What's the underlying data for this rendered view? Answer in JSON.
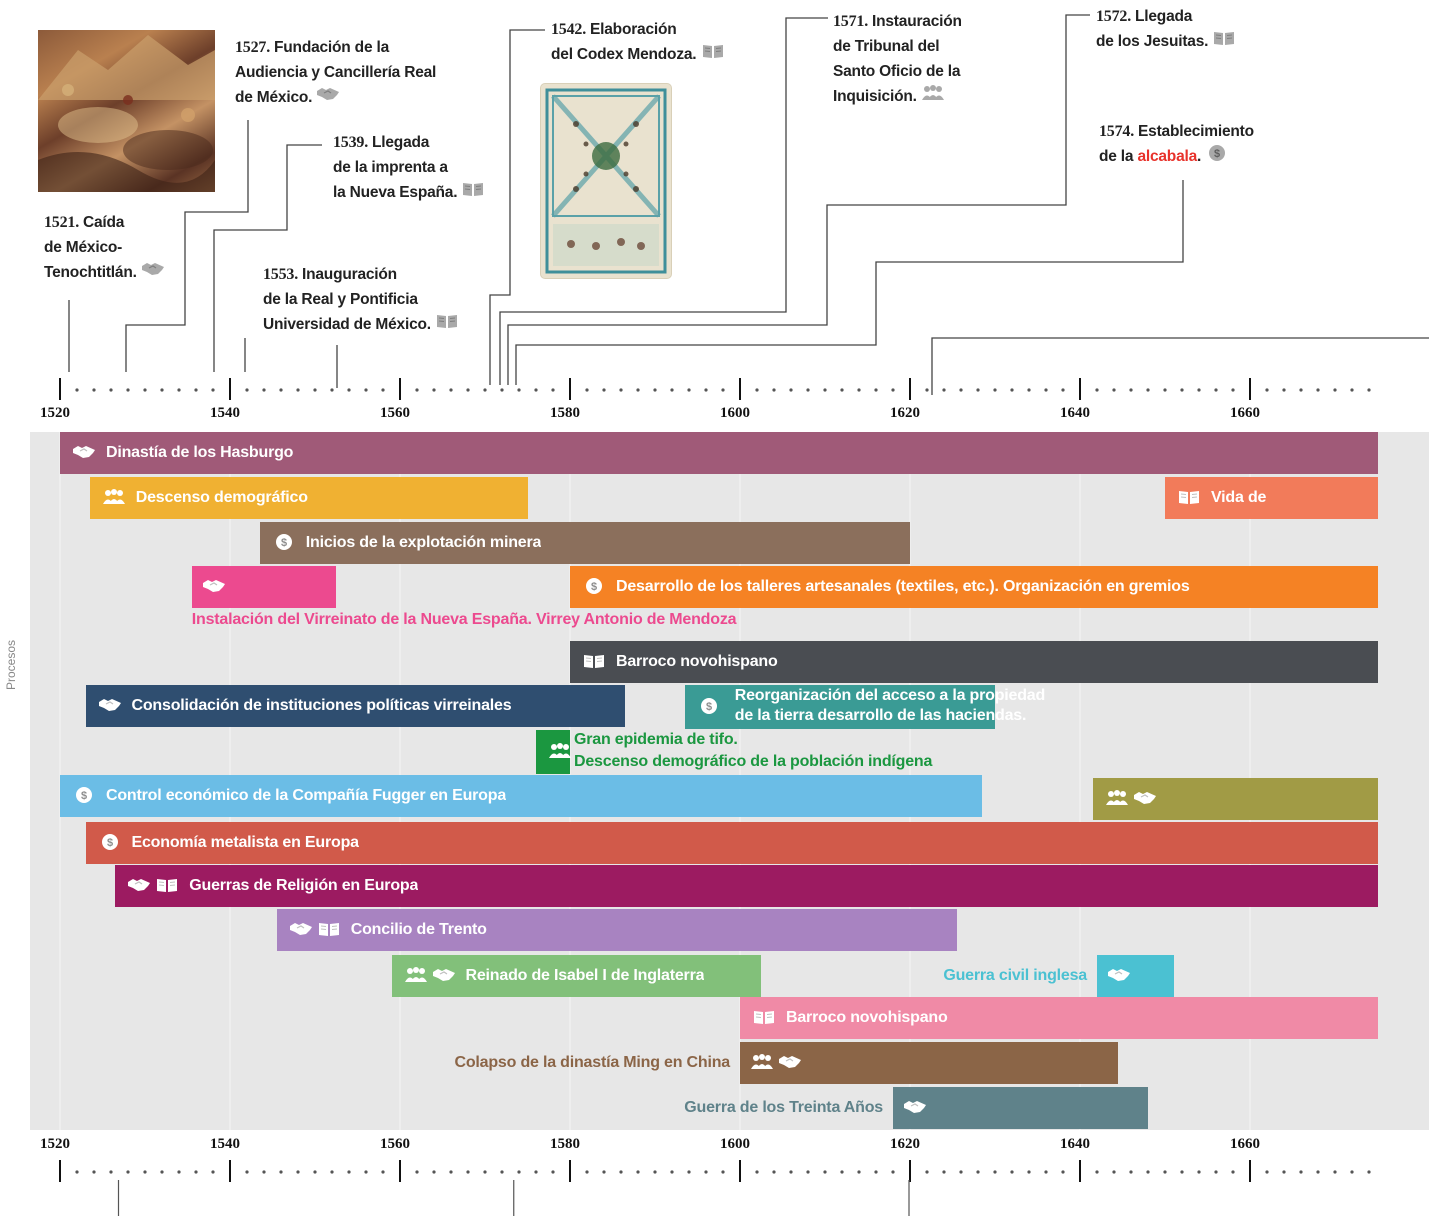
{
  "side_label": "Procesos",
  "axis": {
    "start_year": 1520,
    "end_year": 1675,
    "label_years": [
      1520,
      1540,
      1560,
      1580,
      1600,
      1620,
      1640,
      1660
    ],
    "labels": [
      "1520",
      "1540",
      "1560",
      "1580",
      "1600",
      "1620",
      "1640",
      "1660"
    ]
  },
  "images": {
    "conquest_painting": "painting-caida-tenochtitlan",
    "codex": "codex-mendoza-page"
  },
  "events": [
    {
      "id": "e1521",
      "year_label": "1521.",
      "text": "Caída de México-Tenochtitlán.",
      "lines": [
        "Caída",
        "de México-",
        "Tenochtitlán."
      ],
      "icon": "handshake",
      "year": 1521
    },
    {
      "id": "e1527",
      "year_label": "1527.",
      "text": "Fundación de la Audiencia y Cancillería Real de México.",
      "lines": [
        "Fundación de la",
        "Audiencia y Cancillería Real",
        "de México."
      ],
      "icon": "handshake",
      "year": 1527
    },
    {
      "id": "e1539",
      "year_label": "1539.",
      "text": "Llegada de la imprenta a la Nueva España.",
      "lines": [
        "Llegada",
        "de la imprenta a",
        "la Nueva España."
      ],
      "icon": "book",
      "year": 1539
    },
    {
      "id": "e1553",
      "year_label": "1553.",
      "text": "Inauguración de la Real y Pontificia Universidad de México.",
      "lines": [
        "Inauguración",
        "de la Real y Pontificia",
        "Universidad de México."
      ],
      "icon": "book",
      "year": 1553
    },
    {
      "id": "e1542",
      "year_label": "1542.",
      "text": "Elaboración del Codex Mendoza.",
      "lines": [
        "Elaboración",
        "del Codex Mendoza."
      ],
      "icon": "book",
      "year": 1542
    },
    {
      "id": "e1571",
      "year_label": "1571.",
      "text": "Instauración de Tribunal del Santo Oficio de la Inquisición.",
      "lines": [
        "Instauración",
        "de Tribunal del",
        "Santo Oficio de la",
        "Inquisición."
      ],
      "icon": "people",
      "year": 1571
    },
    {
      "id": "e1572",
      "year_label": "1572.",
      "text": "Llegada de los Jesuitas.",
      "lines": [
        "Llegada",
        "de los Jesuitas."
      ],
      "icon": "book",
      "year": 1572
    },
    {
      "id": "e1574",
      "year_label": "1574.",
      "text": "Establecimiento de la alcabala.",
      "lines": [
        "Establecimiento",
        "de la "
      ],
      "highlight": "alcabala",
      "tail": ".",
      "icon": "coin",
      "year": 1574
    }
  ],
  "bars": [
    {
      "id": "b1",
      "label": "Dinastía de los Hasburgo",
      "start": 1520,
      "end": 1675,
      "color": "#a05a78",
      "icons": [
        "handshake"
      ],
      "label_pos": "inside"
    },
    {
      "id": "b2",
      "label": "Descenso demográfico",
      "start": 1523.5,
      "end": 1575,
      "color": "#f0b132",
      "icons": [
        "people"
      ],
      "label_pos": "inside"
    },
    {
      "id": "b3",
      "label": "Vida de",
      "start": 1650,
      "end": 1675,
      "color": "#f27b5a",
      "icons": [
        "book"
      ],
      "label_pos": "inside"
    },
    {
      "id": "b4",
      "label": "Inicios de la explotación minera",
      "start": 1543.5,
      "end": 1620,
      "color": "#8b6f5c",
      "icons": [
        "coin"
      ],
      "label_pos": "inside"
    },
    {
      "id": "b5",
      "label": "Instalación del Virreinato de la Nueva España. Virrey Antonio de Mendoza",
      "start": 1535.5,
      "end": 1552.5,
      "color": "#ec4a8f",
      "icons": [
        "handshake"
      ],
      "label_pos": "below"
    },
    {
      "id": "b6",
      "label": "Desarrollo de los talleres artesanales (textiles, etc.). Organización en gremios",
      "start": 1580,
      "end": 1675,
      "color": "#f58224",
      "icons": [
        "coin"
      ],
      "label_pos": "inside"
    },
    {
      "id": "b7",
      "label": "Barroco novohispano",
      "start": 1580,
      "end": 1675,
      "color": "#4a4d52",
      "icons": [
        "book"
      ],
      "label_pos": "inside"
    },
    {
      "id": "b8",
      "label": "Consolidación de instituciones políticas virreinales",
      "start": 1523,
      "end": 1586.5,
      "color": "#2f4e70",
      "icons": [
        "handshake"
      ],
      "label_pos": "inside"
    },
    {
      "id": "b9",
      "label": "Reorganización del acceso a la propiedad de la tierra desarrollo de las haciendas.",
      "lines": [
        "Reorganización del acceso a la propiedad",
        "de la tierra desarrollo de las haciendas."
      ],
      "start": 1593.5,
      "end": 1630,
      "color": "#3a9b95",
      "icons": [
        "coin"
      ],
      "label_pos": "inside"
    },
    {
      "id": "b10",
      "label": "Gran epidemia de tifo. Descenso demográfico de la población indígena",
      "lines": [
        "Gran epidemia de tifo.",
        "Descenso demográfico de la población indígena"
      ],
      "start": 1576,
      "end": 1580,
      "color": "#1b9740",
      "icons": [
        "people"
      ],
      "label_pos": "right"
    },
    {
      "id": "b11",
      "label": "Control económico de la Compañía Fugger en Europa",
      "start": 1520,
      "end": 1628.5,
      "color": "#6bbde6",
      "icons": [
        "coin"
      ],
      "label_pos": "inside"
    },
    {
      "id": "b12",
      "label": "",
      "start": 1641.5,
      "end": 1675,
      "color": "#a19b45",
      "icons": [
        "people",
        "handshake"
      ],
      "label_pos": "inside"
    },
    {
      "id": "b13",
      "label": "Economía metalista en Europa",
      "start": 1523,
      "end": 1675,
      "color": "#d15a4a",
      "icons": [
        "coin"
      ],
      "label_pos": "inside"
    },
    {
      "id": "b14",
      "label": "Guerras de Religión en Europa",
      "start": 1526.5,
      "end": 1675,
      "color": "#9c1b61",
      "icons": [
        "handshake",
        "book"
      ],
      "label_pos": "inside"
    },
    {
      "id": "b15",
      "label": "Concilio de Trento",
      "start": 1545.5,
      "end": 1625.5,
      "color": "#a883c1",
      "icons": [
        "handshake",
        "book"
      ],
      "label_pos": "inside"
    },
    {
      "id": "b16",
      "label": "Reinado de Isabel I de Inglaterra",
      "start": 1559,
      "end": 1602.5,
      "color": "#82c07a",
      "icons": [
        "people",
        "handshake"
      ],
      "label_pos": "inside"
    },
    {
      "id": "b17",
      "label": "Guerra civil inglesa",
      "start": 1642,
      "end": 1651,
      "color": "#4bc1d2",
      "icons": [
        "handshake"
      ],
      "label_pos": "left"
    },
    {
      "id": "b18",
      "label": "Barroco novohispano",
      "start": 1600,
      "end": 1675,
      "color": "#f08aa6",
      "icons": [
        "book"
      ],
      "label_pos": "inside"
    },
    {
      "id": "b19",
      "label": "Colapso de la dinastía Ming en China",
      "start": 1600,
      "end": 1644.5,
      "color": "#8b6547",
      "icons": [
        "people",
        "handshake"
      ],
      "label_pos": "left"
    },
    {
      "id": "b20",
      "label": "Guerra de los Treinta Años",
      "start": 1618,
      "end": 1648,
      "color": "#5f828a",
      "icons": [
        "handshake"
      ],
      "label_pos": "left"
    }
  ]
}
